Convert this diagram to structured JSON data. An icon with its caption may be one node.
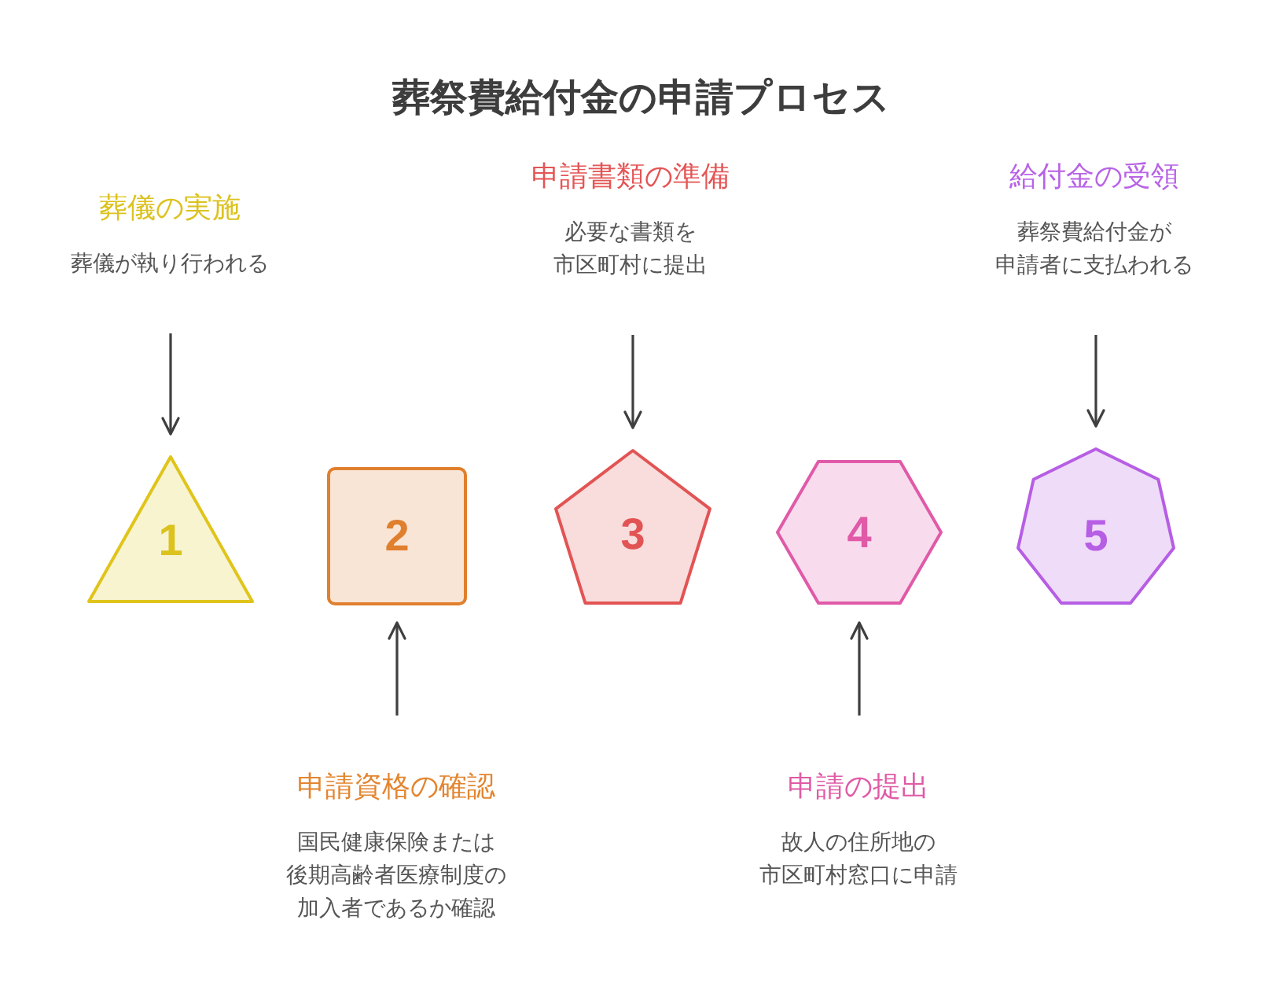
{
  "diagram": {
    "title": "葬祭費給付金の申請プロセス",
    "nodes": [
      {
        "text": [
          "葬儀の実施",
          "葬儀が執り行われる"
        ]
      },
      {
        "text": [
          "申請書類の準備",
          "必要な書類を市区町村に提出"
        ]
      },
      {
        "text": [
          "給付金の受領",
          "葬祭費給付金が申請者に支払われる"
        ]
      },
      {
        "text": [
          "1"
        ]
      },
      {
        "text": [
          "2"
        ]
      },
      {
        "text": [
          "3"
        ]
      },
      {
        "text": [
          "4"
        ]
      },
      {
        "text": [
          "5"
        ]
      },
      {
        "text": [
          "申請資格の確認",
          "国民健康保険または後期高齢者医療制度の加入者であるか確認"
        ]
      },
      {
        "text": [
          "申請の提出",
          "故人の住所地の市区町村窓口に申請"
        ]
      }
    ],
    "edges": [
      {
        "from": 0,
        "to": 3,
        "arrow": "to"
      },
      {
        "from": 1,
        "to": 5,
        "arrow": "to"
      },
      {
        "from": 2,
        "to": 7,
        "arrow": "to"
      },
      {
        "from": 8,
        "to": 4,
        "arrow": "to"
      },
      {
        "from": 9,
        "to": 6,
        "arrow": "to"
      }
    ]
  }
}
